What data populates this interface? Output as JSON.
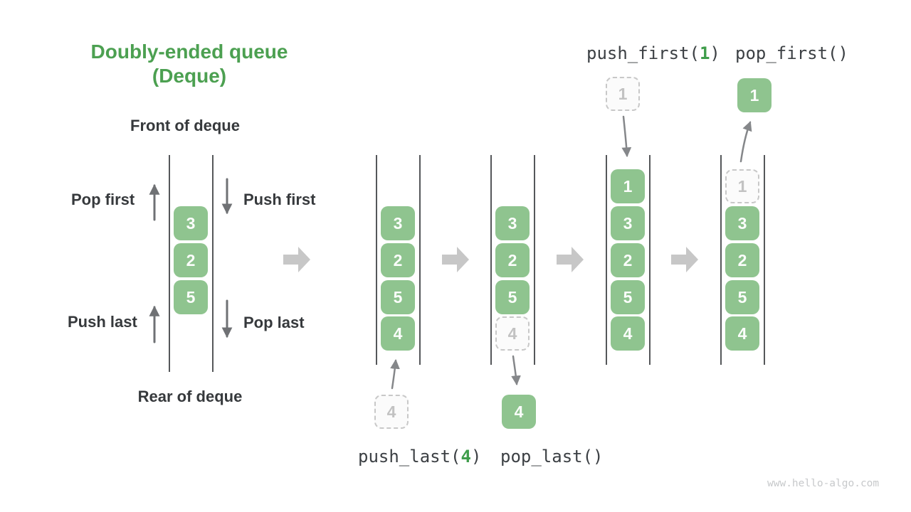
{
  "title": {
    "line1": "Doubly-ended queue",
    "line2": "(Deque)"
  },
  "labels": {
    "front": "Front of deque",
    "rear": "Rear of deque",
    "pop_first": "Pop first",
    "push_first": "Push first",
    "push_last": "Push last",
    "pop_last": "Pop last"
  },
  "operations": {
    "push_last": {
      "prefix": "push_last(",
      "arg": "4",
      "suffix": ")"
    },
    "pop_last": {
      "label": "pop_last()"
    },
    "push_first": {
      "prefix": "push_first(",
      "arg": "1",
      "suffix": ")"
    },
    "pop_first": {
      "label": "pop_first()"
    }
  },
  "states": [
    {
      "cells": [
        {
          "value": "3",
          "row": 1,
          "style": "filled"
        },
        {
          "value": "2",
          "row": 2,
          "style": "filled"
        },
        {
          "value": "5",
          "row": 3,
          "style": "filled"
        }
      ]
    },
    {
      "cells": [
        {
          "value": "3",
          "row": 1,
          "style": "filled"
        },
        {
          "value": "2",
          "row": 2,
          "style": "filled"
        },
        {
          "value": "5",
          "row": 3,
          "style": "filled"
        },
        {
          "value": "4",
          "row": 4,
          "style": "filled"
        }
      ],
      "external": {
        "value": "4",
        "style": "ghost",
        "position": "below"
      }
    },
    {
      "cells": [
        {
          "value": "3",
          "row": 1,
          "style": "filled"
        },
        {
          "value": "2",
          "row": 2,
          "style": "filled"
        },
        {
          "value": "5",
          "row": 3,
          "style": "filled"
        },
        {
          "value": "4",
          "row": 4,
          "style": "ghost"
        }
      ],
      "external": {
        "value": "4",
        "style": "filled",
        "position": "below"
      }
    },
    {
      "cells": [
        {
          "value": "1",
          "row": 0,
          "style": "filled"
        },
        {
          "value": "3",
          "row": 1,
          "style": "filled"
        },
        {
          "value": "2",
          "row": 2,
          "style": "filled"
        },
        {
          "value": "5",
          "row": 3,
          "style": "filled"
        },
        {
          "value": "4",
          "row": 4,
          "style": "filled"
        }
      ],
      "external": {
        "value": "1",
        "style": "ghost",
        "position": "above"
      }
    },
    {
      "cells": [
        {
          "value": "1",
          "row": 0,
          "style": "ghost"
        },
        {
          "value": "3",
          "row": 1,
          "style": "filled"
        },
        {
          "value": "2",
          "row": 2,
          "style": "filled"
        },
        {
          "value": "5",
          "row": 3,
          "style": "filled"
        },
        {
          "value": "4",
          "row": 4,
          "style": "filled"
        }
      ],
      "external": {
        "value": "1",
        "style": "filled",
        "position": "above"
      }
    }
  ],
  "icons": {
    "pop_first_arrow": "arrow-up",
    "push_first_arrow": "arrow-down",
    "push_last_arrow": "arrow-up",
    "pop_last_arrow": "arrow-down",
    "step_arrow": "arrow-right-block",
    "push_last_insert_arrow": "arrow-up",
    "pop_last_remove_arrow": "arrow-down",
    "push_first_insert_arrow": "arrow-down",
    "pop_first_remove_arrow": "arrow-up"
  },
  "colors": {
    "title_green": "#4CA051",
    "cell_green": "#8FC48F",
    "code_arg_green": "#3F9D4B",
    "text_dark": "#36393C",
    "code_text": "#3C4044",
    "ghost_text": "#C2C2C2",
    "ghost_border": "#C8C8C8",
    "wall_gray": "#55575A",
    "label_arrow_gray": "#6F7174",
    "connector_arrow_gray": "#85878A",
    "step_arrow_gray": "#C7C7C7",
    "watermark_gray": "#C7C9CB"
  },
  "watermark": "www.hello-algo.com"
}
